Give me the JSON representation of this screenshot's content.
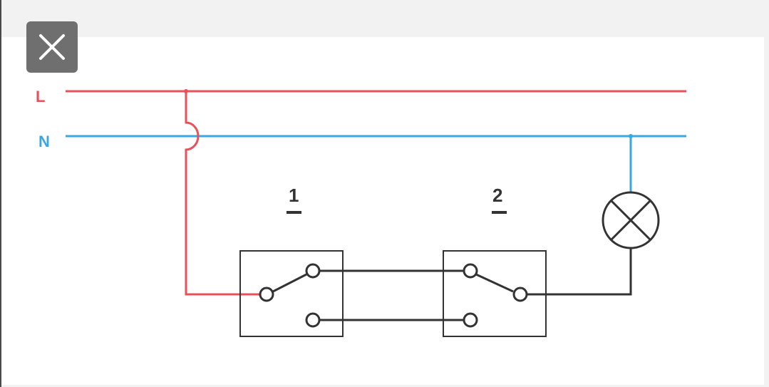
{
  "close_button": {
    "icon": "close-icon",
    "background": "#6f6f6f"
  },
  "diagram": {
    "line_label": "L",
    "neutral_label": "N",
    "switch_1_label": "1",
    "switch_2_label": "2",
    "colors": {
      "live": "#e8505a",
      "neutral": "#3aa7e0",
      "wire": "#333333"
    },
    "lamp_icon": "lamp-icon"
  }
}
